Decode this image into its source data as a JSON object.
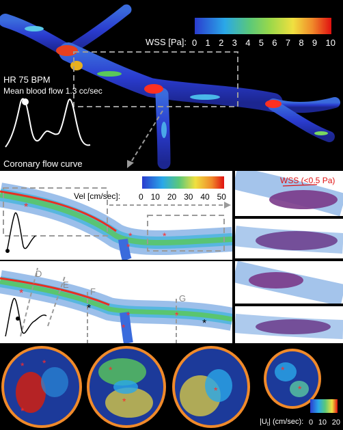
{
  "top": {
    "wss_label": "WSS [Pa]:",
    "wss_ticks": [
      "0",
      "1",
      "2",
      "3",
      "4",
      "5",
      "6",
      "7",
      "8",
      "9",
      "10"
    ],
    "hr_text": "HR 75 BPM",
    "flow_text": "Mean blood flow 1.3 cc/sec",
    "curve_label": "Coronary flow curve"
  },
  "middle": {
    "vel_label": "Vel [cm/sec]:",
    "vel_ticks": [
      "0",
      "10",
      "20",
      "30",
      "40",
      "50"
    ],
    "wss_callout": "WSS (<0.5 Pa)",
    "section_labels": [
      "D",
      "E",
      "F",
      "G"
    ]
  },
  "bottom": {
    "ui_label": "|U",
    "ui_sub": "t",
    "ui_unit": "| (cm/sec):",
    "ui_ticks": [
      "0",
      "10",
      "20"
    ]
  },
  "colors": {
    "background": "#000000",
    "wss_low": "#2a3ccf",
    "wss_high": "#e01010",
    "dashed_box": "#9a9a9a",
    "marker_red": "#ff2a2a",
    "marker_black": "#000000",
    "annotation_red": "#e01010",
    "wall_orange": "#f08a2a"
  }
}
